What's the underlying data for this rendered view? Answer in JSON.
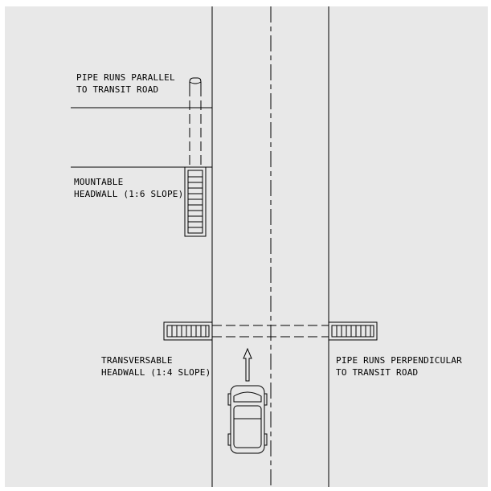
{
  "colors": {
    "background": "#e8e8e8",
    "ink": "#000000",
    "page": "#ffffff"
  },
  "labels": {
    "pipe_parallel": [
      "PIPE RUNS PARALLEL",
      "TO TRANSIT ROAD"
    ],
    "mountable": [
      "MOUNTABLE",
      "HEADWALL (1:6 SLOPE)"
    ],
    "transversable": [
      "TRANSVERSABLE",
      "HEADWALL (1:4 SLOPE)"
    ],
    "pipe_perpendicular": [
      "PIPE RUNS PERPENDICULAR",
      "TO TRANSIT ROAD"
    ]
  },
  "icons": {
    "vehicle": "car-top-view-icon",
    "direction": "up-arrow-icon"
  }
}
